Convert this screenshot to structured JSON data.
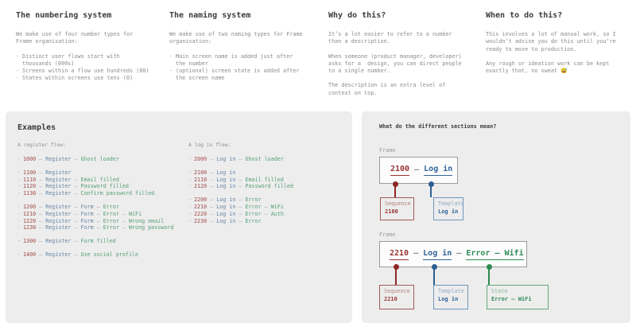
{
  "colors": {
    "sequence_red": "#9b3333",
    "template_blue": "#336699",
    "state_green": "#2e8b57",
    "panel_grey": "#ededed"
  },
  "glyphs": {
    "bullet": "·"
  },
  "top_columns": [
    {
      "title": "The numbering system",
      "paragraphs": [
        "We make use of four number types for\nFrame organisation:"
      ],
      "bullets": [
        "Distinct user flows start with\nthousands (000s)",
        "Screens within a flow use hundreds (00)",
        "States within screens use tens (0)"
      ]
    },
    {
      "title": "The naming system",
      "paragraphs": [
        "We make use of two naming types for Frame\norganisation:"
      ],
      "bullets": [
        "Main screen name is added just after\nthe number",
        "(optional) screen state is added after\nthe screen name"
      ]
    },
    {
      "title": "Why do this?",
      "paragraphs": [
        "It’s a lot easier to refer to a number\nthan a description.",
        "When someone (product manager, developer)\nasks for a  design, you can direct people\nto a single number.",
        "The description is an extra level of\ncontext on top."
      ],
      "bullets": []
    },
    {
      "title": "When to do this?",
      "paragraphs": [
        "This involves a lot of manual work, so I\nwouldn’t advise you do this until you’re\nready to move to production.",
        "Any rough or ideation work can be kept\nexactly that, no sweat 😅"
      ],
      "bullets": []
    }
  ],
  "examples_panel": {
    "title": "Examples",
    "separator": " – ",
    "flows": [
      {
        "label": "A register flow:",
        "groups": [
          [
            [
              [
                "1000",
                "seq"
              ],
              [
                "Register",
                "tpl"
              ],
              [
                "Ghost loader",
                "st"
              ]
            ]
          ],
          [
            [
              [
                "1100",
                "seq"
              ],
              [
                "Register",
                "tpl"
              ]
            ],
            [
              [
                "1110",
                "seq"
              ],
              [
                "Register",
                "tpl"
              ],
              [
                "Email filled",
                "st"
              ]
            ],
            [
              [
                "1120",
                "seq"
              ],
              [
                "Register",
                "tpl"
              ],
              [
                "Password filled",
                "st"
              ]
            ],
            [
              [
                "1130",
                "seq"
              ],
              [
                "Register",
                "tpl"
              ],
              [
                "Confirm password filled",
                "st"
              ]
            ]
          ],
          [
            [
              [
                "1200",
                "seq"
              ],
              [
                "Register",
                "tpl"
              ],
              [
                "Form",
                "tpl"
              ],
              [
                "Error",
                "st"
              ]
            ],
            [
              [
                "1210",
                "seq"
              ],
              [
                "Register",
                "tpl"
              ],
              [
                "Form",
                "tpl"
              ],
              [
                "Error",
                "st"
              ],
              [
                "WiFi",
                "st"
              ]
            ],
            [
              [
                "1220",
                "seq"
              ],
              [
                "Register",
                "tpl"
              ],
              [
                "Form",
                "tpl"
              ],
              [
                "Error",
                "st"
              ],
              [
                "Wrong email",
                "st"
              ]
            ],
            [
              [
                "1230",
                "seq"
              ],
              [
                "Register",
                "tpl"
              ],
              [
                "Form",
                "tpl"
              ],
              [
                "Error",
                "st"
              ],
              [
                "Wrong password",
                "st"
              ]
            ]
          ],
          [
            [
              [
                "1300",
                "seq"
              ],
              [
                "Register",
                "tpl"
              ],
              [
                "Form filled",
                "st"
              ]
            ]
          ],
          [
            [
              [
                "1400",
                "seq"
              ],
              [
                "Register",
                "tpl"
              ],
              [
                "Use social profile",
                "st"
              ]
            ]
          ]
        ]
      },
      {
        "label": "A log in flow:",
        "groups": [
          [
            [
              [
                "2000",
                "seq"
              ],
              [
                "Log in",
                "tpl"
              ],
              [
                "Ghost loader",
                "st"
              ]
            ]
          ],
          [
            [
              [
                "2100",
                "seq"
              ],
              [
                "Log in",
                "tpl"
              ]
            ],
            [
              [
                "2110",
                "seq"
              ],
              [
                "Log in",
                "tpl"
              ],
              [
                "Email filled",
                "st"
              ]
            ],
            [
              [
                "2120",
                "seq"
              ],
              [
                "Log in",
                "tpl"
              ],
              [
                "Password filled",
                "st"
              ]
            ]
          ],
          [
            [
              [
                "2200",
                "seq"
              ],
              [
                "Log in",
                "tpl"
              ],
              [
                "Error",
                "st"
              ]
            ],
            [
              [
                "2210",
                "seq"
              ],
              [
                "Log in",
                "tpl"
              ],
              [
                "Error",
                "st"
              ],
              [
                "WiFi",
                "st"
              ]
            ],
            [
              [
                "2220",
                "seq"
              ],
              [
                "Log in",
                "tpl"
              ],
              [
                "Error",
                "st"
              ],
              [
                "Auth",
                "st"
              ]
            ],
            [
              [
                "2230",
                "seq"
              ],
              [
                "Log in",
                "tpl"
              ],
              [
                "Error",
                "st"
              ]
            ]
          ]
        ]
      }
    ]
  },
  "sections_panel": {
    "title": "What do the different sections mean?",
    "frames": [
      {
        "label": "Frame",
        "title_parts": [
          "2100",
          " – ",
          "Log in"
        ],
        "callouts": [
          {
            "label": "Sequence",
            "value": "2100"
          },
          {
            "label": "Template",
            "value": "Log in"
          }
        ]
      },
      {
        "label": "Frame",
        "title_parts": [
          "2210",
          " – ",
          "Log in",
          " – ",
          "Error – Wifi"
        ],
        "callouts": [
          {
            "label": "Sequence",
            "value": "2210"
          },
          {
            "label": "Template",
            "value": "Log in"
          },
          {
            "label": "State",
            "value": "Error – WiFi"
          }
        ]
      }
    ]
  }
}
